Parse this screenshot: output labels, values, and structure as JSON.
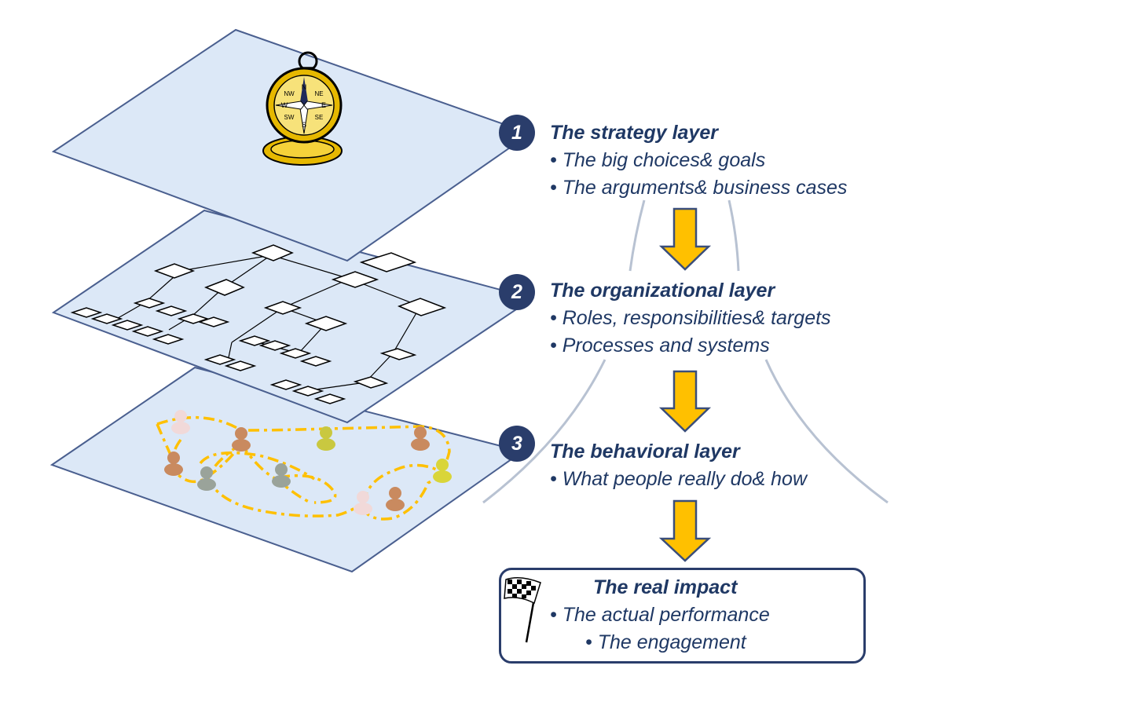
{
  "layers": [
    {
      "number": "1",
      "heading": "The strategy layer",
      "bullets": [
        "The big choices& goals",
        "The arguments& business cases"
      ]
    },
    {
      "number": "2",
      "heading": "The organizational layer",
      "bullets": [
        "Roles, responsibilities& targets",
        "Processes and systems"
      ]
    },
    {
      "number": "3",
      "heading": "The behavioral layer",
      "bullets": [
        "What people really do& how"
      ]
    }
  ],
  "impact": {
    "heading": "The real impact",
    "bullets": [
      "The actual performance",
      "The engagement"
    ]
  },
  "bullet_char": "•",
  "compass_letters": {
    "n": "N",
    "ne": "NE",
    "e": "E",
    "se": "SE",
    "s": "S",
    "sw": "SW",
    "w": "W",
    "nw": "NW"
  },
  "colors": {
    "plane_fill": "#dce8f7",
    "plane_stroke": "#4a5f8f",
    "text": "#1f3864",
    "badge": "#2a3d6b",
    "arrow": "#ffc000",
    "arrow_stroke": "#3a4e7a",
    "curve": "#b8c2d2",
    "dashes": "#ffc000"
  }
}
